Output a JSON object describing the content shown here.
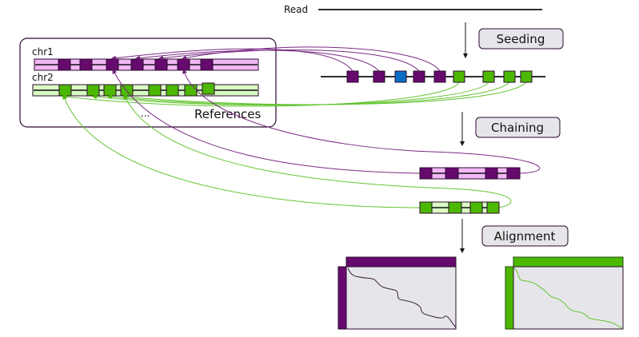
{
  "labels": {
    "read": "Read",
    "references": "References",
    "ellipsis": "...",
    "chr1": "chr1",
    "chr2": "chr2"
  },
  "steps": [
    {
      "name": "seeding",
      "label": "Seeding"
    },
    {
      "name": "chaining",
      "label": "Chaining"
    },
    {
      "name": "alignment",
      "label": "Alignment"
    }
  ],
  "colors": {
    "purple": "#660a6e",
    "purple_light": "#f2b8f5",
    "green": "#4cb802",
    "green_light": "#d9fbc4",
    "blue": "#0a6ec4",
    "box_fill": "#e6e6ea",
    "outline": "#2a0b2e",
    "green_link": "#64c432",
    "purple_link": "#7a2a84"
  },
  "read_seeds": [
    "purple",
    "purple",
    "blue",
    "purple",
    "purple",
    "green",
    "green",
    "green",
    "green"
  ],
  "chr1_seed_count": 7,
  "chr2_seed_count": 8
}
